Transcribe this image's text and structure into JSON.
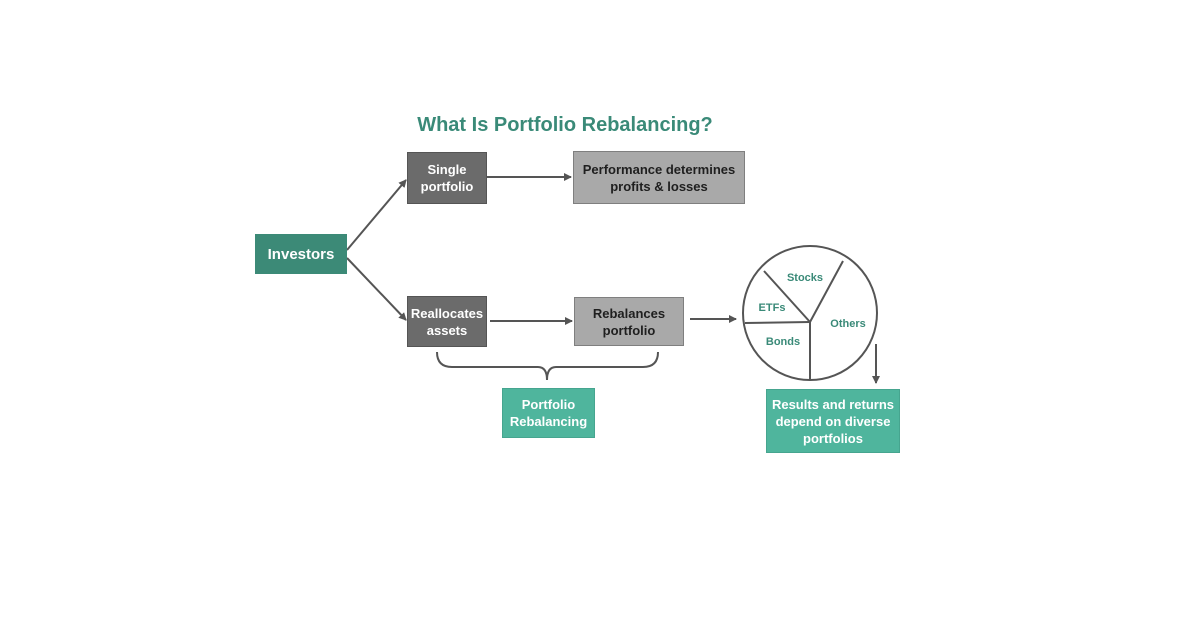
{
  "title": "What Is Portfolio Rebalancing?",
  "boxes": {
    "investors": "Investors",
    "single_portfolio": "Single\nportfolio",
    "performance": "Performance determines\nprofits & losses",
    "reallocates": "Reallocates\nassets",
    "rebalances": "Rebalances\nportfolio",
    "portfolio_rebalancing": "Portfolio\nRebalancing",
    "results": "Results and returns\ndepend on diverse\nportfolios"
  },
  "pie_labels": {
    "stocks": "Stocks",
    "etfs": "ETFs",
    "others": "Others",
    "bonds": "Bonds"
  },
  "colors": {
    "title": "#3a8a78",
    "teal_dark": "#3c8a77",
    "teal_light": "#4fb59d",
    "box_dark": "#6b6b6b",
    "box_light": "#a9a9a9",
    "line": "#555555"
  }
}
